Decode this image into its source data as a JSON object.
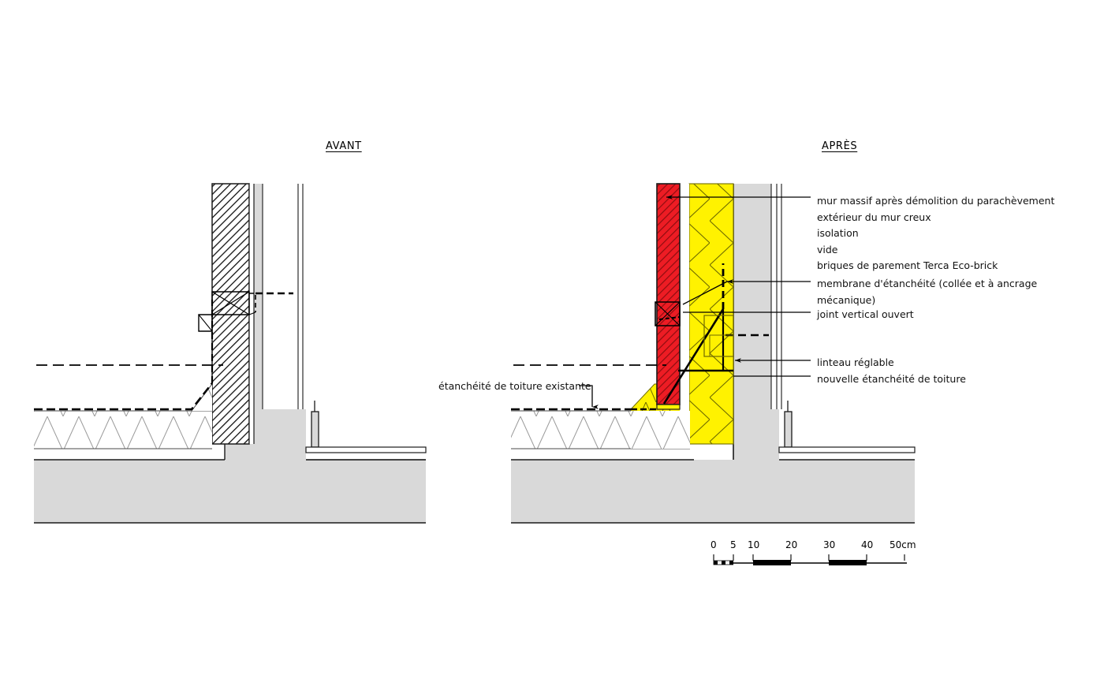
{
  "drawing": {
    "type": "architectural-section",
    "discipline": "building-detail",
    "language": "fr"
  },
  "panels": {
    "before": {
      "title": "AVANT"
    },
    "after": {
      "title": "APRÈS"
    }
  },
  "annotations": {
    "right_block_1": [
      "mur massif après démolition du parachèvement",
      "extérieur du mur creux",
      "isolation",
      "vide",
      "briques de parement Terca Eco-brick"
    ],
    "right_block_2": [
      "membrane d'étanchéité (collée et à ancrage",
      "mécanique)"
    ],
    "right_block_3": [
      "joint vertical ouvert"
    ],
    "right_block_4": [
      "linteau réglable",
      "nouvelle étanchéité de toiture"
    ],
    "left_label": "étanchéité de toiture existante"
  },
  "scale_bar": {
    "unit": "cm",
    "ticks": [
      {
        "label": "0",
        "value": 0
      },
      {
        "label": "5",
        "value": 5
      },
      {
        "label": "10",
        "value": 10
      },
      {
        "label": "20",
        "value": 20
      },
      {
        "label": "30",
        "value": 30
      },
      {
        "label": "40",
        "value": 40
      },
      {
        "label": "50cm",
        "value": 50
      }
    ]
  },
  "materials": {
    "masonry_hatch": "#000000",
    "brick_facing_red": "#ED1C24",
    "brick_hatch_dark": "#9b0f12",
    "insulation_yellow": "#FFF200",
    "insulation_hatch": "#7a7500",
    "concrete_gray": "#d9d9d9",
    "outline": "#1a1a1a",
    "roof_insulation_line": "#8c8c8c",
    "membrane_dash": "#000000",
    "background": "#ffffff"
  },
  "layers_legend": {
    "wall_existing_massive": "mur massif",
    "cavity": "vide",
    "insulation": "isolation",
    "facing_brick": "briques de parement"
  }
}
